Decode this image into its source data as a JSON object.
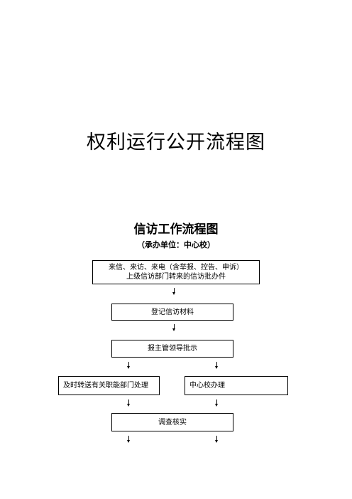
{
  "document": {
    "main_title": "权利运行公开流程图",
    "sub_title": "信访工作流程图",
    "unit_note": "（承办单位：中心校）"
  },
  "flow": {
    "step1": {
      "line1": "来信、来访、来电（含举报、控告、申诉）",
      "line2": "上级信访部门转来的信访批办件"
    },
    "step2": "登记信访材料",
    "step3": "报主管领导批示",
    "step4_left": "及时转送有关职能部门处理",
    "step4_right": "中心校办理",
    "step5": "调查核实"
  }
}
